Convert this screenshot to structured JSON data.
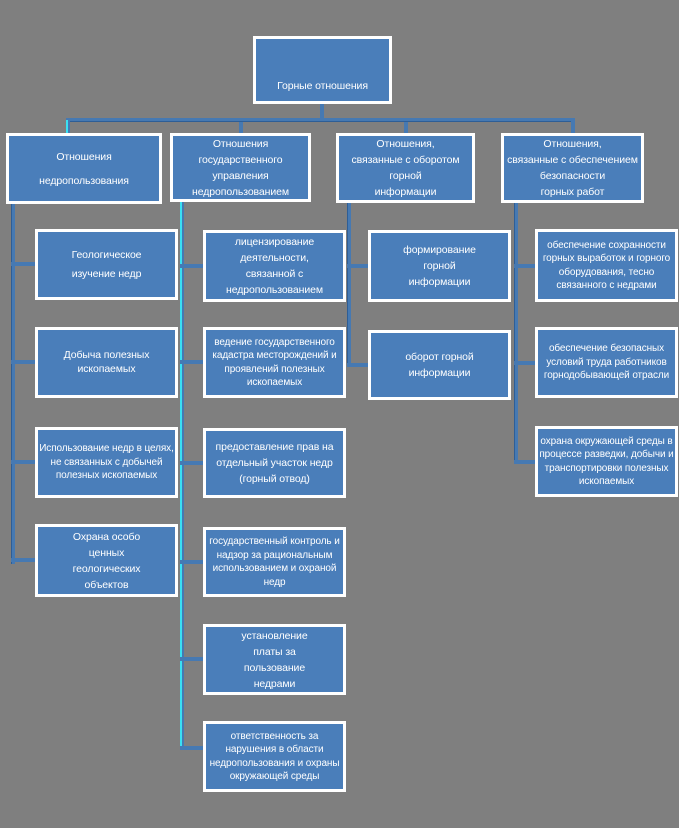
{
  "canvas": {
    "background": "#7f7f7f"
  },
  "colors": {
    "bg": "#7f7f7f",
    "box_fill": "#4a7eba",
    "box_border": "#ffffff",
    "text": "#ffffff",
    "line": "#4679b2",
    "line_dark": "#2e5e96",
    "cyan": "#3ae1f2"
  },
  "root": {
    "label": "Горные отношения"
  },
  "branches": [
    {
      "title_lines": [
        "Отношения",
        "недропользования"
      ],
      "children": [
        {
          "lines": [
            "Геологическое",
            "изучение недр"
          ]
        },
        {
          "lines": [
            "Добыча полезных",
            "ископаемых"
          ]
        },
        {
          "lines": [
            "Использование недр в целях,",
            "не связанных с добычей",
            "полезных ископаемых"
          ]
        },
        {
          "lines": [
            "Охрана особо",
            "ценных",
            "геологических",
            "объектов"
          ]
        }
      ]
    },
    {
      "title_lines": [
        "Отношения",
        "государственного",
        "управления",
        "недропользованием"
      ],
      "children": [
        {
          "lines": [
            "лицензирование",
            "деятельности,",
            "связанной с",
            "недропользованием"
          ]
        },
        {
          "lines": [
            "ведение государственного",
            "кадастра месторождений и",
            "проявлений полезных",
            "ископаемых"
          ]
        },
        {
          "lines": [
            "предоставление прав на",
            "отдельный участок недр",
            "(горный отвод)"
          ]
        },
        {
          "lines": [
            "государственный контроль и",
            "надзор за рациональным",
            "использованием и охраной",
            "недр"
          ]
        },
        {
          "lines": [
            "установление",
            "платы за",
            "пользование",
            "недрами"
          ]
        },
        {
          "lines": [
            "ответственность за",
            "нарушения в области",
            "недропользования и охраны",
            "окружающей среды"
          ]
        }
      ]
    },
    {
      "title_lines": [
        "Отношения,",
        "связанные с оборотом",
        "горной",
        "информации"
      ],
      "children": [
        {
          "lines": [
            "формирование",
            "горной",
            "информации"
          ]
        },
        {
          "lines": [
            "оборот горной",
            "информации"
          ]
        }
      ]
    },
    {
      "title_lines": [
        "Отношения,",
        "связанные с обеспечением",
        "безопасности",
        "горных работ"
      ],
      "children": [
        {
          "lines": [
            "обеспечение сохранности",
            "горных выработок и горного",
            "оборудования, тесно",
            "связанного с недрами"
          ]
        },
        {
          "lines": [
            "обеспечение безопасных",
            "условий труда работников",
            "горнодобывающей отрасли"
          ]
        },
        {
          "lines": [
            "охрана окружающей среды в",
            "процессе разведки, добычи и",
            "транспортировки полезных",
            "ископаемых"
          ]
        }
      ]
    }
  ]
}
